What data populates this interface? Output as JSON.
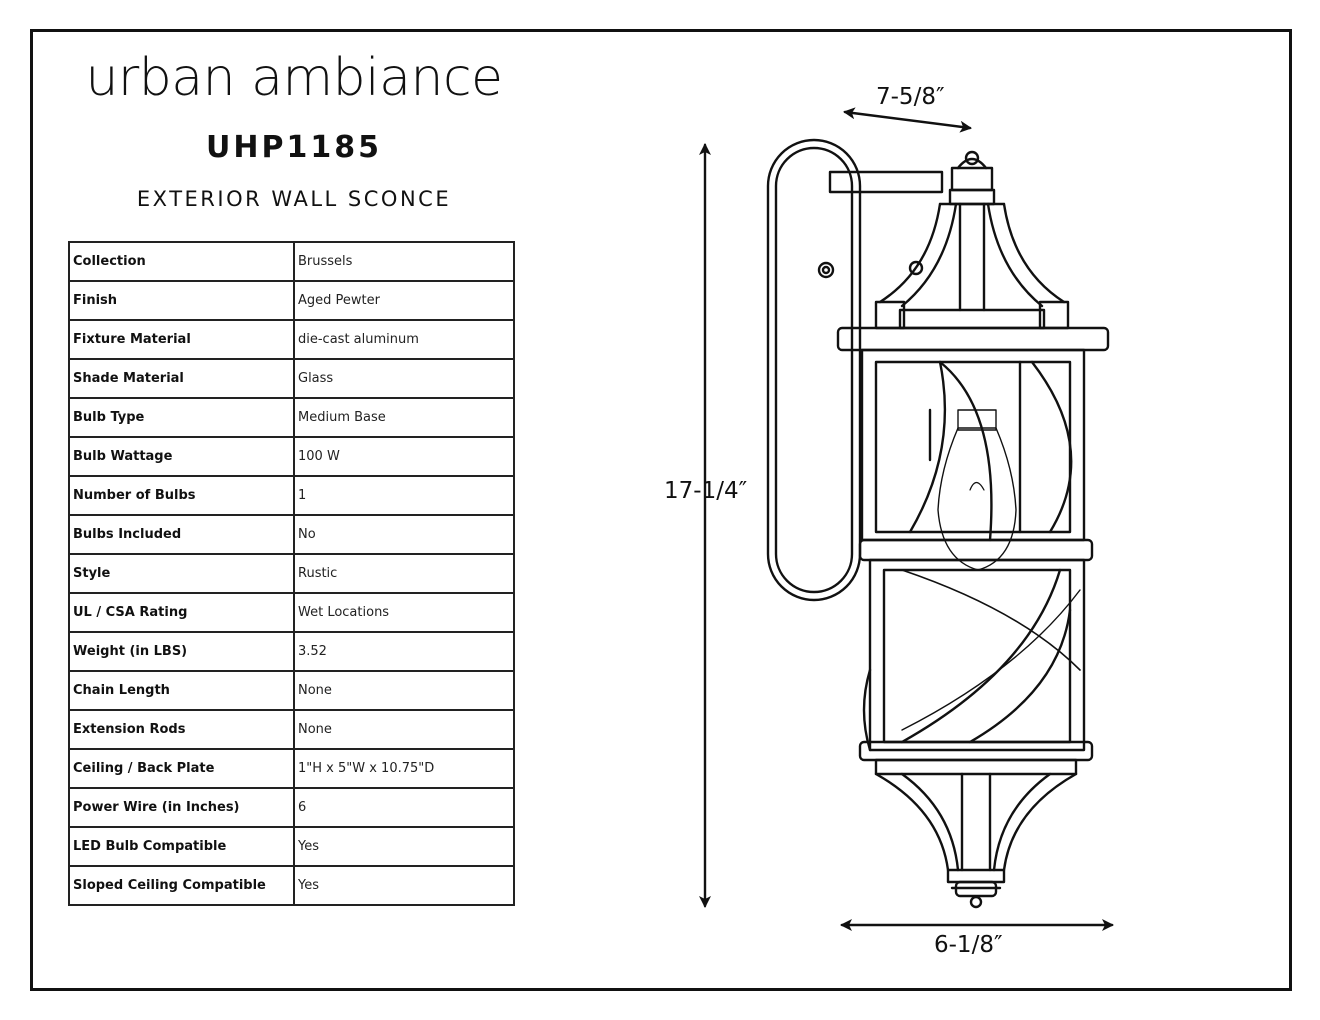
{
  "brand": "urban ambiance",
  "model": "UHP1185",
  "product_type": "EXTERIOR WALL SCONCE",
  "specs": [
    {
      "label": "Collection",
      "value": "Brussels"
    },
    {
      "label": "Finish",
      "value": "Aged Pewter"
    },
    {
      "label": "Fixture Material",
      "value": "die-cast aluminum"
    },
    {
      "label": "Shade Material",
      "value": "Glass"
    },
    {
      "label": "Bulb Type",
      "value": "Medium Base"
    },
    {
      "label": "Bulb Wattage",
      "value": "100 W"
    },
    {
      "label": "Number of Bulbs",
      "value": "1"
    },
    {
      "label": "Bulbs Included",
      "value": "No"
    },
    {
      "label": "Style",
      "value": "Rustic"
    },
    {
      "label": "UL / CSA Rating",
      "value": "Wet Locations"
    },
    {
      "label": "Weight (in LBS)",
      "value": "3.52"
    },
    {
      "label": "Chain Length",
      "value": "None"
    },
    {
      "label": "Extension Rods",
      "value": "None"
    },
    {
      "label": "Ceiling / Back Plate",
      "value": "1\"H x 5\"W x 10.75\"D"
    },
    {
      "label": "Power Wire (in Inches)",
      "value": "6"
    },
    {
      "label": "LED Bulb Compatible",
      "value": "Yes"
    },
    {
      "label": "Sloped Ceiling Compatible",
      "value": "Yes"
    }
  ],
  "dimensions": {
    "depth": "7-5/8″",
    "height": "17-1/4″",
    "width": "6-1/8″"
  }
}
